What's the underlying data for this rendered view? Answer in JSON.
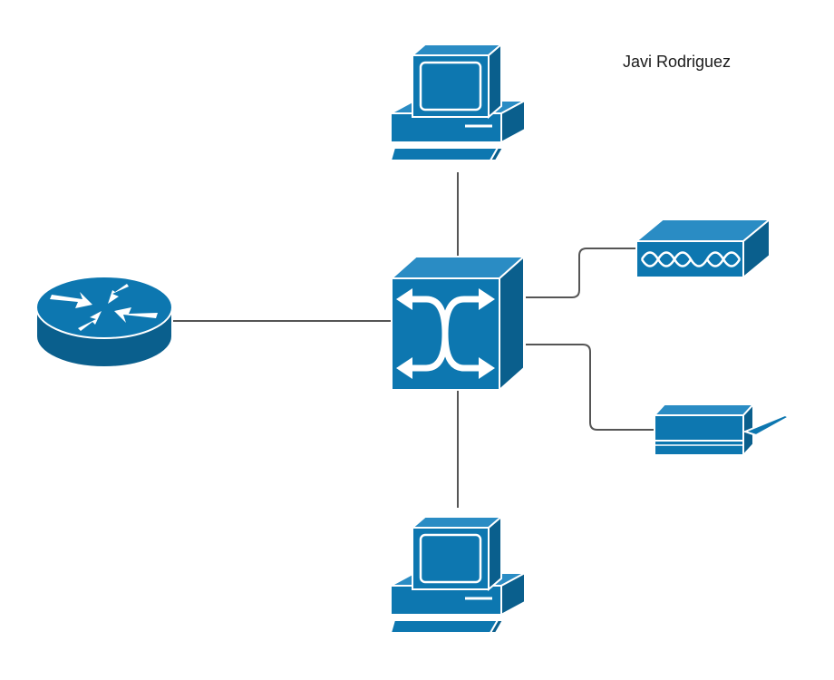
{
  "diagram": {
    "author": "Javi Rodriguez",
    "colors": {
      "device": "#0d77b0",
      "device_dark": "#0a5f8d",
      "device_light": "#2a8cc4",
      "outline": "#ffffff",
      "connector": "#555555"
    },
    "nodes": [
      {
        "id": "switch",
        "icon": "atm-switch-icon"
      },
      {
        "id": "router",
        "icon": "router-icon"
      },
      {
        "id": "pc-top",
        "icon": "workstation-icon"
      },
      {
        "id": "pc-bottom",
        "icon": "workstation-icon"
      },
      {
        "id": "modem",
        "icon": "modem-icon"
      },
      {
        "id": "printer",
        "icon": "printer-icon"
      }
    ],
    "edges": [
      {
        "from": "switch",
        "to": "router"
      },
      {
        "from": "switch",
        "to": "pc-top"
      },
      {
        "from": "switch",
        "to": "pc-bottom"
      },
      {
        "from": "switch",
        "to": "modem"
      },
      {
        "from": "switch",
        "to": "printer"
      }
    ]
  }
}
